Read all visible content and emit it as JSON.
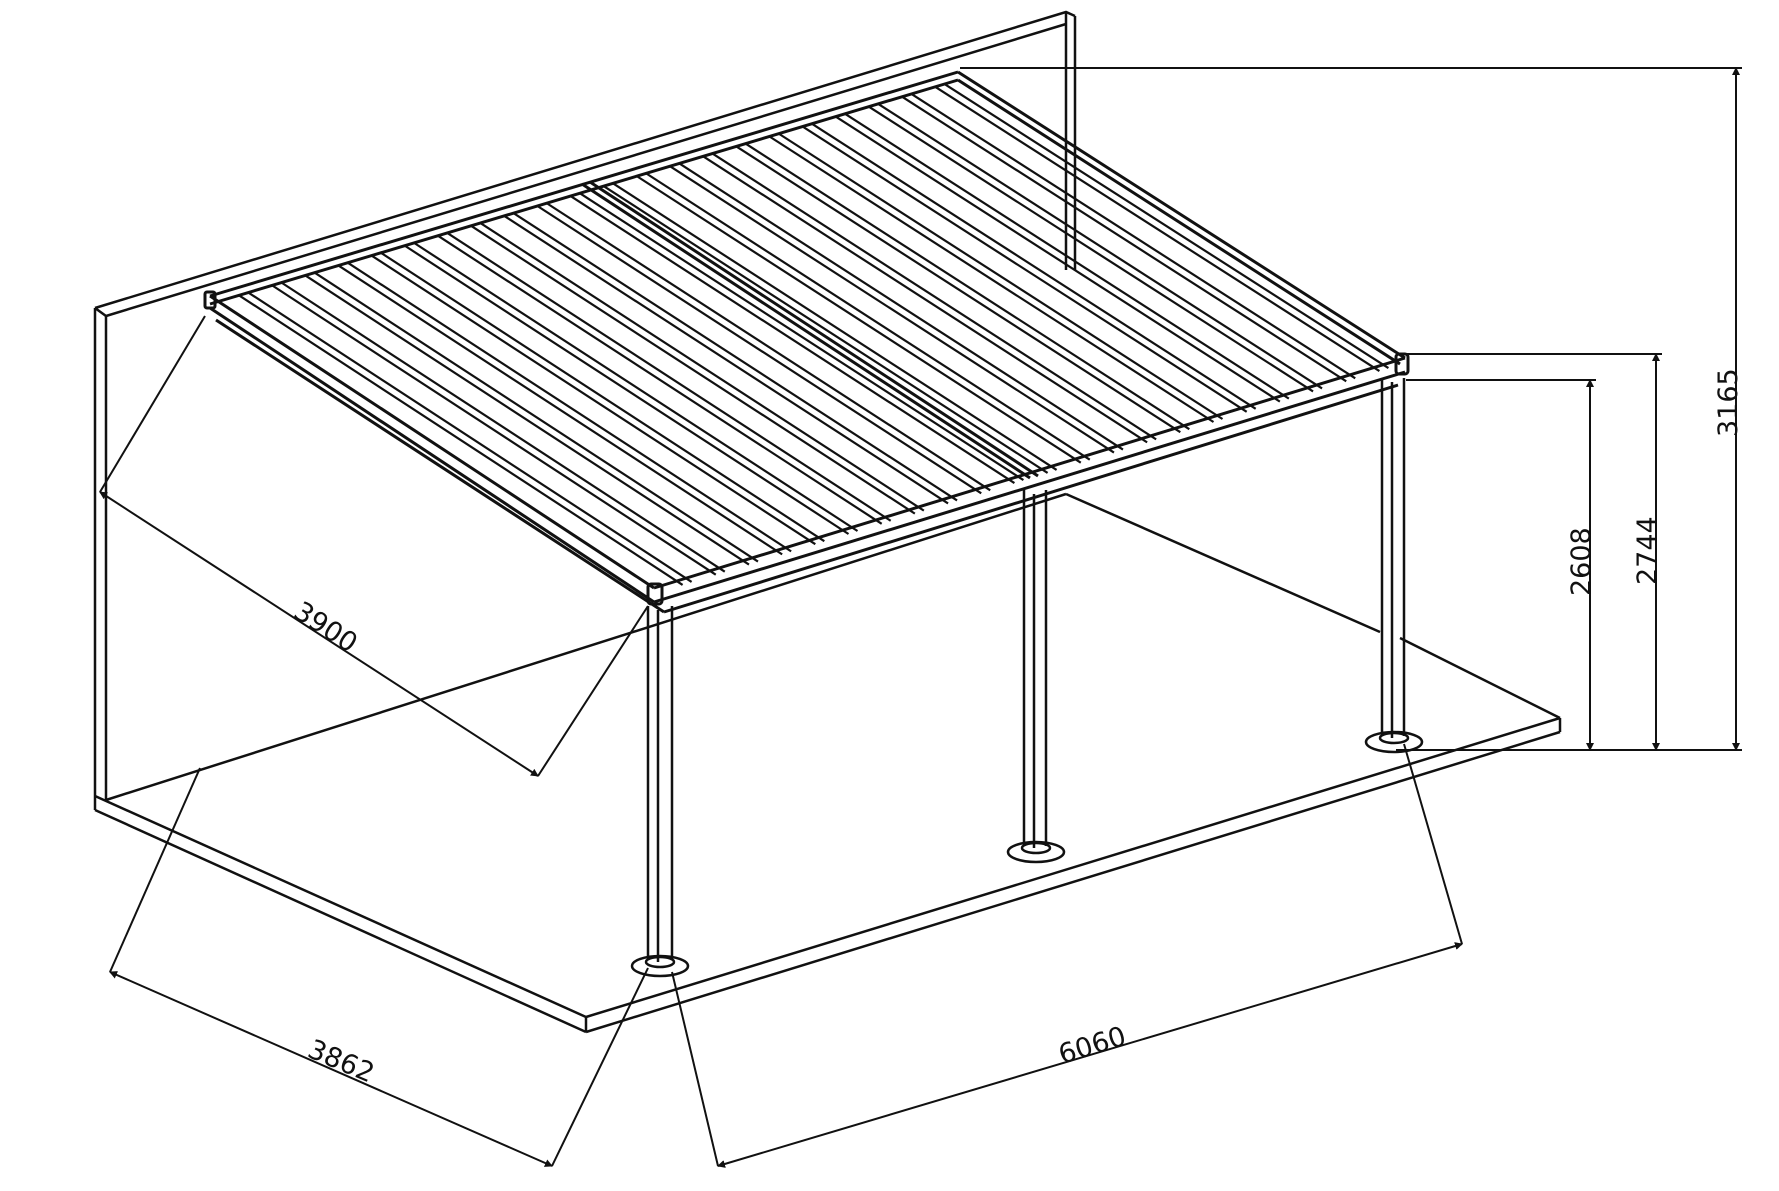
{
  "dimensions": {
    "depth_top": "3900",
    "depth_bottom": "3862",
    "width": "6060",
    "height_low": "2608",
    "height_mid": "2744",
    "height_high": "3165"
  },
  "colors": {
    "line": "#111111",
    "background": "#ffffff"
  }
}
